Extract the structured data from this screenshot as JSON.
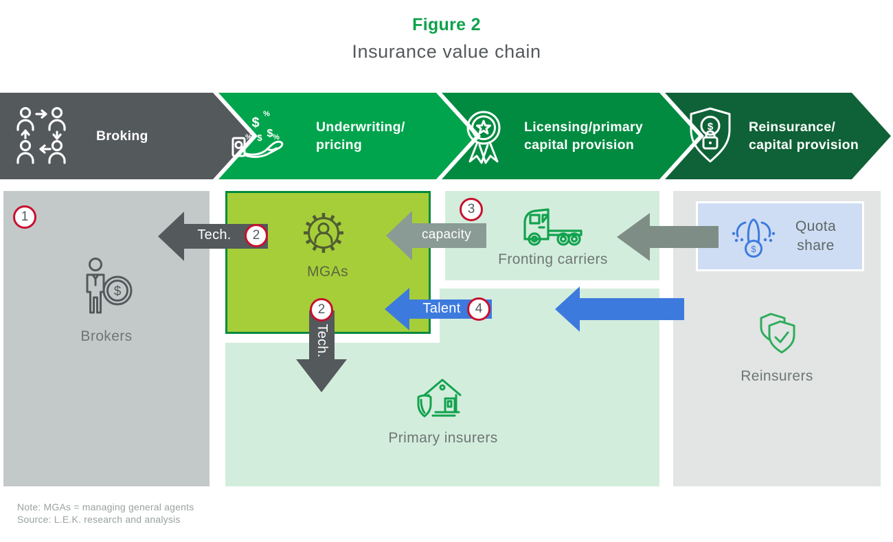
{
  "header": {
    "figure_label": "Figure 2",
    "title": "Insurance value chain"
  },
  "chevrons": [
    {
      "label_line1": "Broking",
      "label_line2": "",
      "icon": "people-exchange-icon",
      "color": "#54595B"
    },
    {
      "label_line1": "Underwriting/",
      "label_line2": "pricing",
      "icon": "hand-money-icon",
      "color": "#00A44C"
    },
    {
      "label_line1": "Licensing/primary",
      "label_line2": "capital provision",
      "icon": "award-ribbon-icon",
      "color": "#008B40"
    },
    {
      "label_line1": "Reinsurance/",
      "label_line2": "capital provision",
      "icon": "shield-dollar-lock-icon",
      "color": "#0F6237"
    }
  ],
  "nodes": {
    "brokers": {
      "label": "Brokers",
      "badge": "1",
      "icon": "person-coin-icon"
    },
    "mgas": {
      "label": "MGAs",
      "icon": "gear-person-icon"
    },
    "fronting": {
      "label": "Fronting carriers",
      "badge": "3",
      "icon": "truck-icon"
    },
    "primary": {
      "label": "Primary insurers",
      "icon": "house-shield-icon"
    },
    "quota": {
      "label": "Quota share",
      "icon": "money-flow-icon"
    },
    "reinsurers": {
      "label": "Reinsurers",
      "icon": "double-shield-check-icon"
    }
  },
  "arrows": {
    "tech_to_brokers": {
      "label": "Tech.",
      "badge": "2",
      "color": "#54595B"
    },
    "capacity_to_mgas": {
      "label": "capacity",
      "color": "#8A9A94"
    },
    "quota_to_fronting": {
      "label": "",
      "color": "#7E8E86"
    },
    "talent_to_mgas": {
      "label": "Talent",
      "badge": "4",
      "color": "#3D7ADE"
    },
    "reinsurers_to_mgas": {
      "label": "",
      "color": "#3D7ADE"
    },
    "tech_to_primary": {
      "label": "Tech.",
      "badge": "2",
      "color": "#54595B"
    }
  },
  "glyphs": {
    "dollar": "$",
    "percent": "%"
  },
  "colors": {
    "figure_green": "#0FA14B",
    "mgas_fill": "#A6CE39",
    "mgas_border": "#008A3E",
    "panel_gray_left": "#C3C9C9",
    "panel_gray_right": "#E2E5E4",
    "panel_light_green": "#D3EDDC",
    "quota_fill": "#CEDDF4",
    "badge_red": "#C8102E",
    "label_gray": "#6E7675",
    "arrow_blue": "#3D7ADE"
  },
  "footer": {
    "note": "Note: MGAs = managing general agents",
    "source": "Source: L.E.K. research and analysis"
  }
}
